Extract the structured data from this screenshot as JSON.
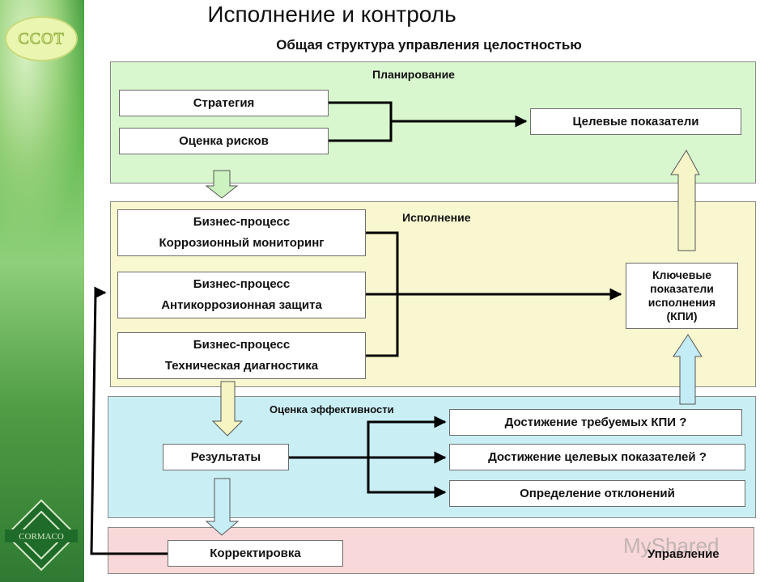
{
  "title": "Исполнение и контроль",
  "subtitle": "Общая структура управления целостностью",
  "logos": {
    "top_text": "CCOT",
    "bottom_text": "CORMACO"
  },
  "watermark": "MyShared",
  "sections": {
    "planning": {
      "label": "Планирование",
      "color": "#d9f7cf"
    },
    "execution": {
      "label": "Исполнение",
      "color": "#f8f7cf"
    },
    "evaluation": {
      "label": "Оценка эффективности",
      "color": "#c9eff5"
    },
    "management": {
      "label": "Управление",
      "color": "#f8d8d8"
    }
  },
  "boxes": {
    "strategy": "Стратегия",
    "risk": "Оценка рисков",
    "targets": "Целевые показатели",
    "bp1": {
      "line1": "Бизнес-процесс",
      "line2": "Коррозионный мониторинг"
    },
    "bp2": {
      "line1": "Бизнес-процесс",
      "line2": "Антикоррозионная защита"
    },
    "bp3": {
      "line1": "Бизнес-процесс",
      "line2": "Техническая диагностика"
    },
    "kpi": "Ключевые показатели исполнения (КПИ)",
    "results": "Результаты",
    "q1": "Достижение требуемых КПИ ?",
    "q2": "Достижение целевых показателей ?",
    "q3": "Определение отклонений",
    "correction": "Корректировка"
  }
}
